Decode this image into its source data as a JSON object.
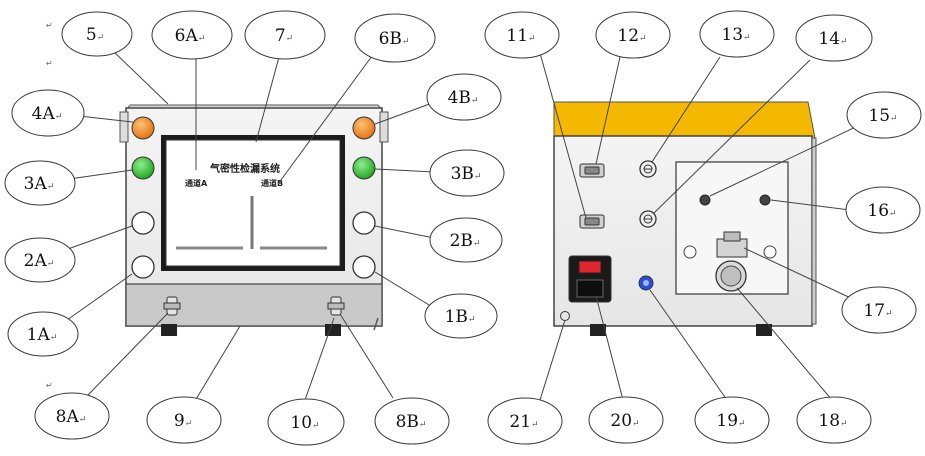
{
  "callouts": [
    {
      "id": "c5",
      "label": "5"
    },
    {
      "id": "c6a",
      "label": "6A"
    },
    {
      "id": "c7",
      "label": "7"
    },
    {
      "id": "c6b",
      "label": "6B"
    },
    {
      "id": "c4a",
      "label": "4A"
    },
    {
      "id": "c4b",
      "label": "4B"
    },
    {
      "id": "c3a",
      "label": "3A"
    },
    {
      "id": "c3b",
      "label": "3B"
    },
    {
      "id": "c2a",
      "label": "2A"
    },
    {
      "id": "c2b",
      "label": "2B"
    },
    {
      "id": "c1a",
      "label": "1A"
    },
    {
      "id": "c1b",
      "label": "1B"
    },
    {
      "id": "c8a",
      "label": "8A"
    },
    {
      "id": "c9",
      "label": "9"
    },
    {
      "id": "c10",
      "label": "10"
    },
    {
      "id": "c8b",
      "label": "8B"
    },
    {
      "id": "c11",
      "label": "11"
    },
    {
      "id": "c12",
      "label": "12"
    },
    {
      "id": "c13",
      "label": "13"
    },
    {
      "id": "c14",
      "label": "14"
    },
    {
      "id": "c15",
      "label": "15"
    },
    {
      "id": "c16",
      "label": "16"
    },
    {
      "id": "c17",
      "label": "17"
    },
    {
      "id": "c18",
      "label": "18"
    },
    {
      "id": "c19",
      "label": "19"
    },
    {
      "id": "c20",
      "label": "20"
    },
    {
      "id": "c21",
      "label": "21"
    }
  ],
  "front_panel": {
    "screen_title": "气密性检漏系统",
    "channel_a_label": "通道A",
    "channel_b_label": "通道B"
  },
  "paragraph_mark": "↵",
  "colors": {
    "indicator_orange": "#f08a1c",
    "indicator_green": "#2fc22f",
    "rear_top_yellow": "#f5b800",
    "power_switch_red": "#e0262c",
    "blue_connector": "#2a4fd6"
  }
}
